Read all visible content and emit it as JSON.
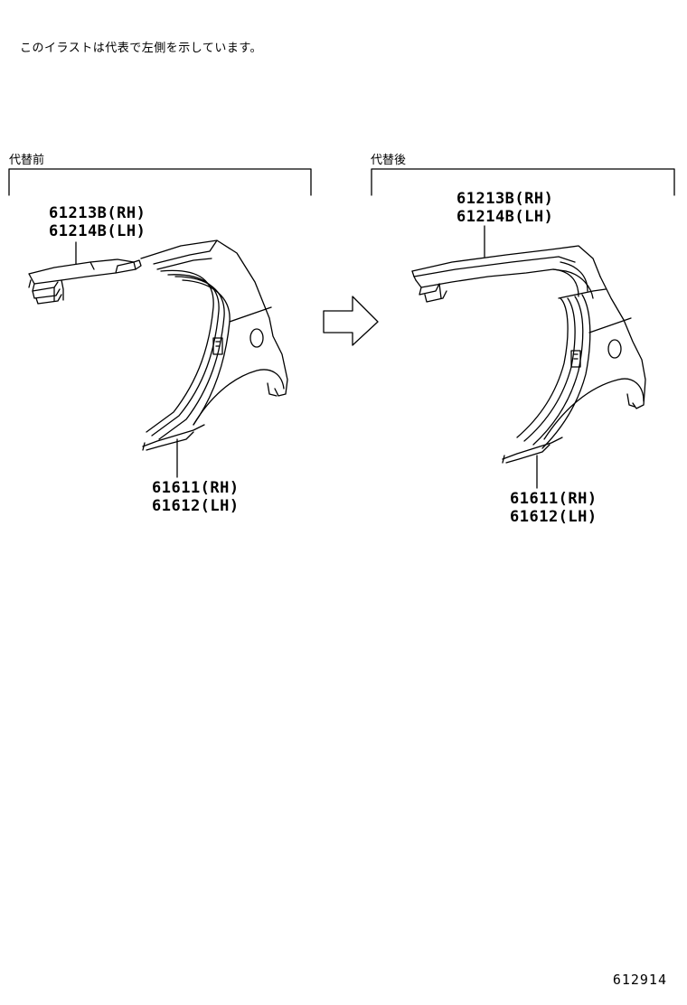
{
  "note": "このイラストは代表で左側を示しています。",
  "before": {
    "title": "代替前",
    "upper_part": {
      "rh": "61213B(RH)",
      "lh": "61214B(LH)"
    },
    "lower_part": {
      "rh": "61611(RH)",
      "lh": "61612(LH)"
    }
  },
  "after": {
    "title": "代替後",
    "upper_part": {
      "rh": "61213B(RH)",
      "lh": "61214B(LH)"
    },
    "lower_part": {
      "rh": "61611(RH)",
      "lh": "61612(LH)"
    }
  },
  "reference_number": "612914"
}
